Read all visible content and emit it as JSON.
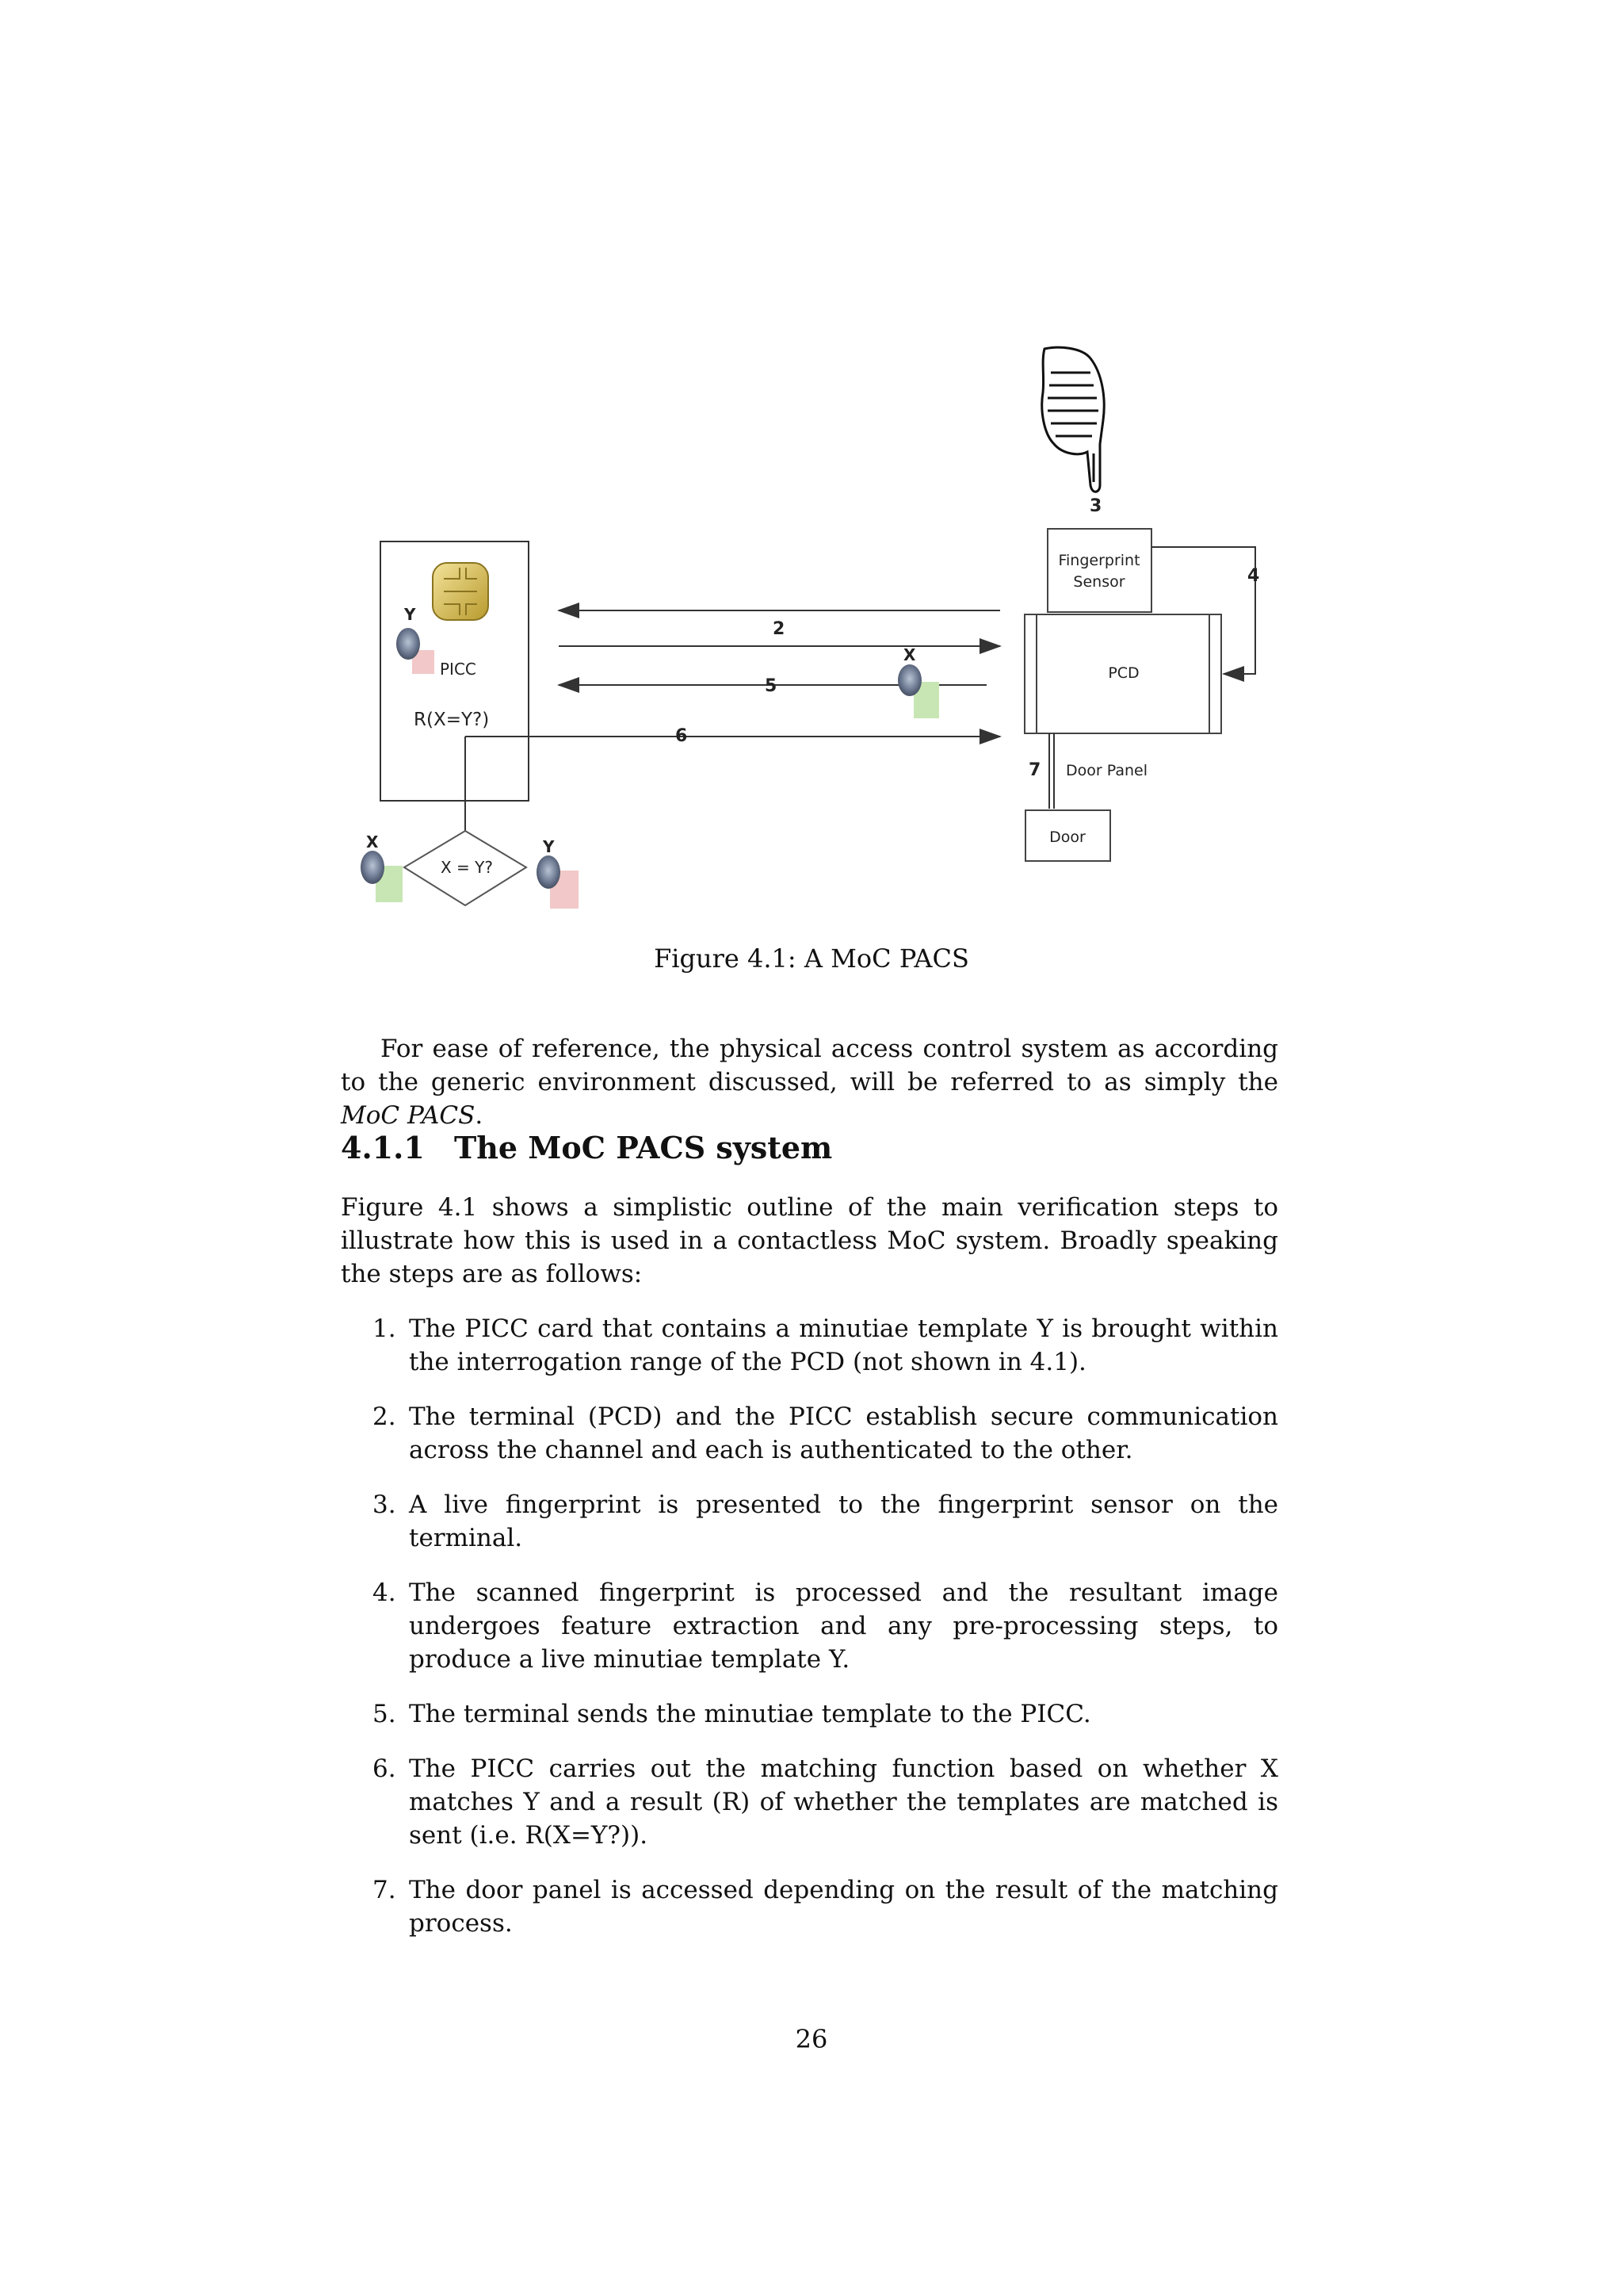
{
  "figure": {
    "caption": "Figure 4.1: A MoC PACS",
    "labels": {
      "picc": "PICC",
      "result": "R(X=Y?)",
      "y_card": "Y",
      "fingerprint_sensor_line1": "Fingerprint",
      "fingerprint_sensor_line2": "Sensor",
      "pcd": "PCD",
      "door_panel": "Door Panel",
      "door": "Door",
      "decision": "X = Y?",
      "x_left": "X",
      "y_right": "Y",
      "x_channel": "X",
      "step2": "2",
      "step3": "3",
      "step4": "4",
      "step5": "5",
      "step6": "6",
      "step7": "7"
    }
  },
  "intro": {
    "before": "For ease of reference, the physical access control system as according to the generic environment discussed, will be referred to as simply the ",
    "emph": "MoC PACS",
    "after": "."
  },
  "section": {
    "number": "4.1.1",
    "title": "The MoC PACS system"
  },
  "lead": "Figure 4.1 shows a simplistic outline of the main verification steps to illustrate how this is used in a contactless MoC system. Broadly speaking the steps are as follows:",
  "steps": [
    {
      "index": "1.",
      "text": "The PICC card that contains a minutiae template Y is brought within the interrogation range of the PCD (not shown in 4.1)."
    },
    {
      "index": "2.",
      "text": "The terminal (PCD) and the PICC establish secure communication across the channel and each is authenticated to the other."
    },
    {
      "index": "3.",
      "text": "A live fingerprint is presented to the fingerprint sensor on the terminal."
    },
    {
      "index": "4.",
      "text": "The scanned fingerprint is processed and the resultant image undergoes feature extraction and any pre-processing steps, to produce a live minutiae template Y."
    },
    {
      "index": "5.",
      "text": "The terminal sends the minutiae template to the PICC."
    },
    {
      "index": "6.",
      "text": "The PICC carries out the matching function based on whether X matches Y and a result (R) of whether the templates are matched is sent (i.e. R(X=Y?))."
    },
    {
      "index": "7.",
      "text": "The door panel is accessed depending on the result of the matching process."
    }
  ],
  "page_number": "26",
  "colors": {
    "match_green": "#c8e6b4",
    "mismatch_red": "#f2c8c8",
    "chip_gold": "#d9c46a"
  }
}
